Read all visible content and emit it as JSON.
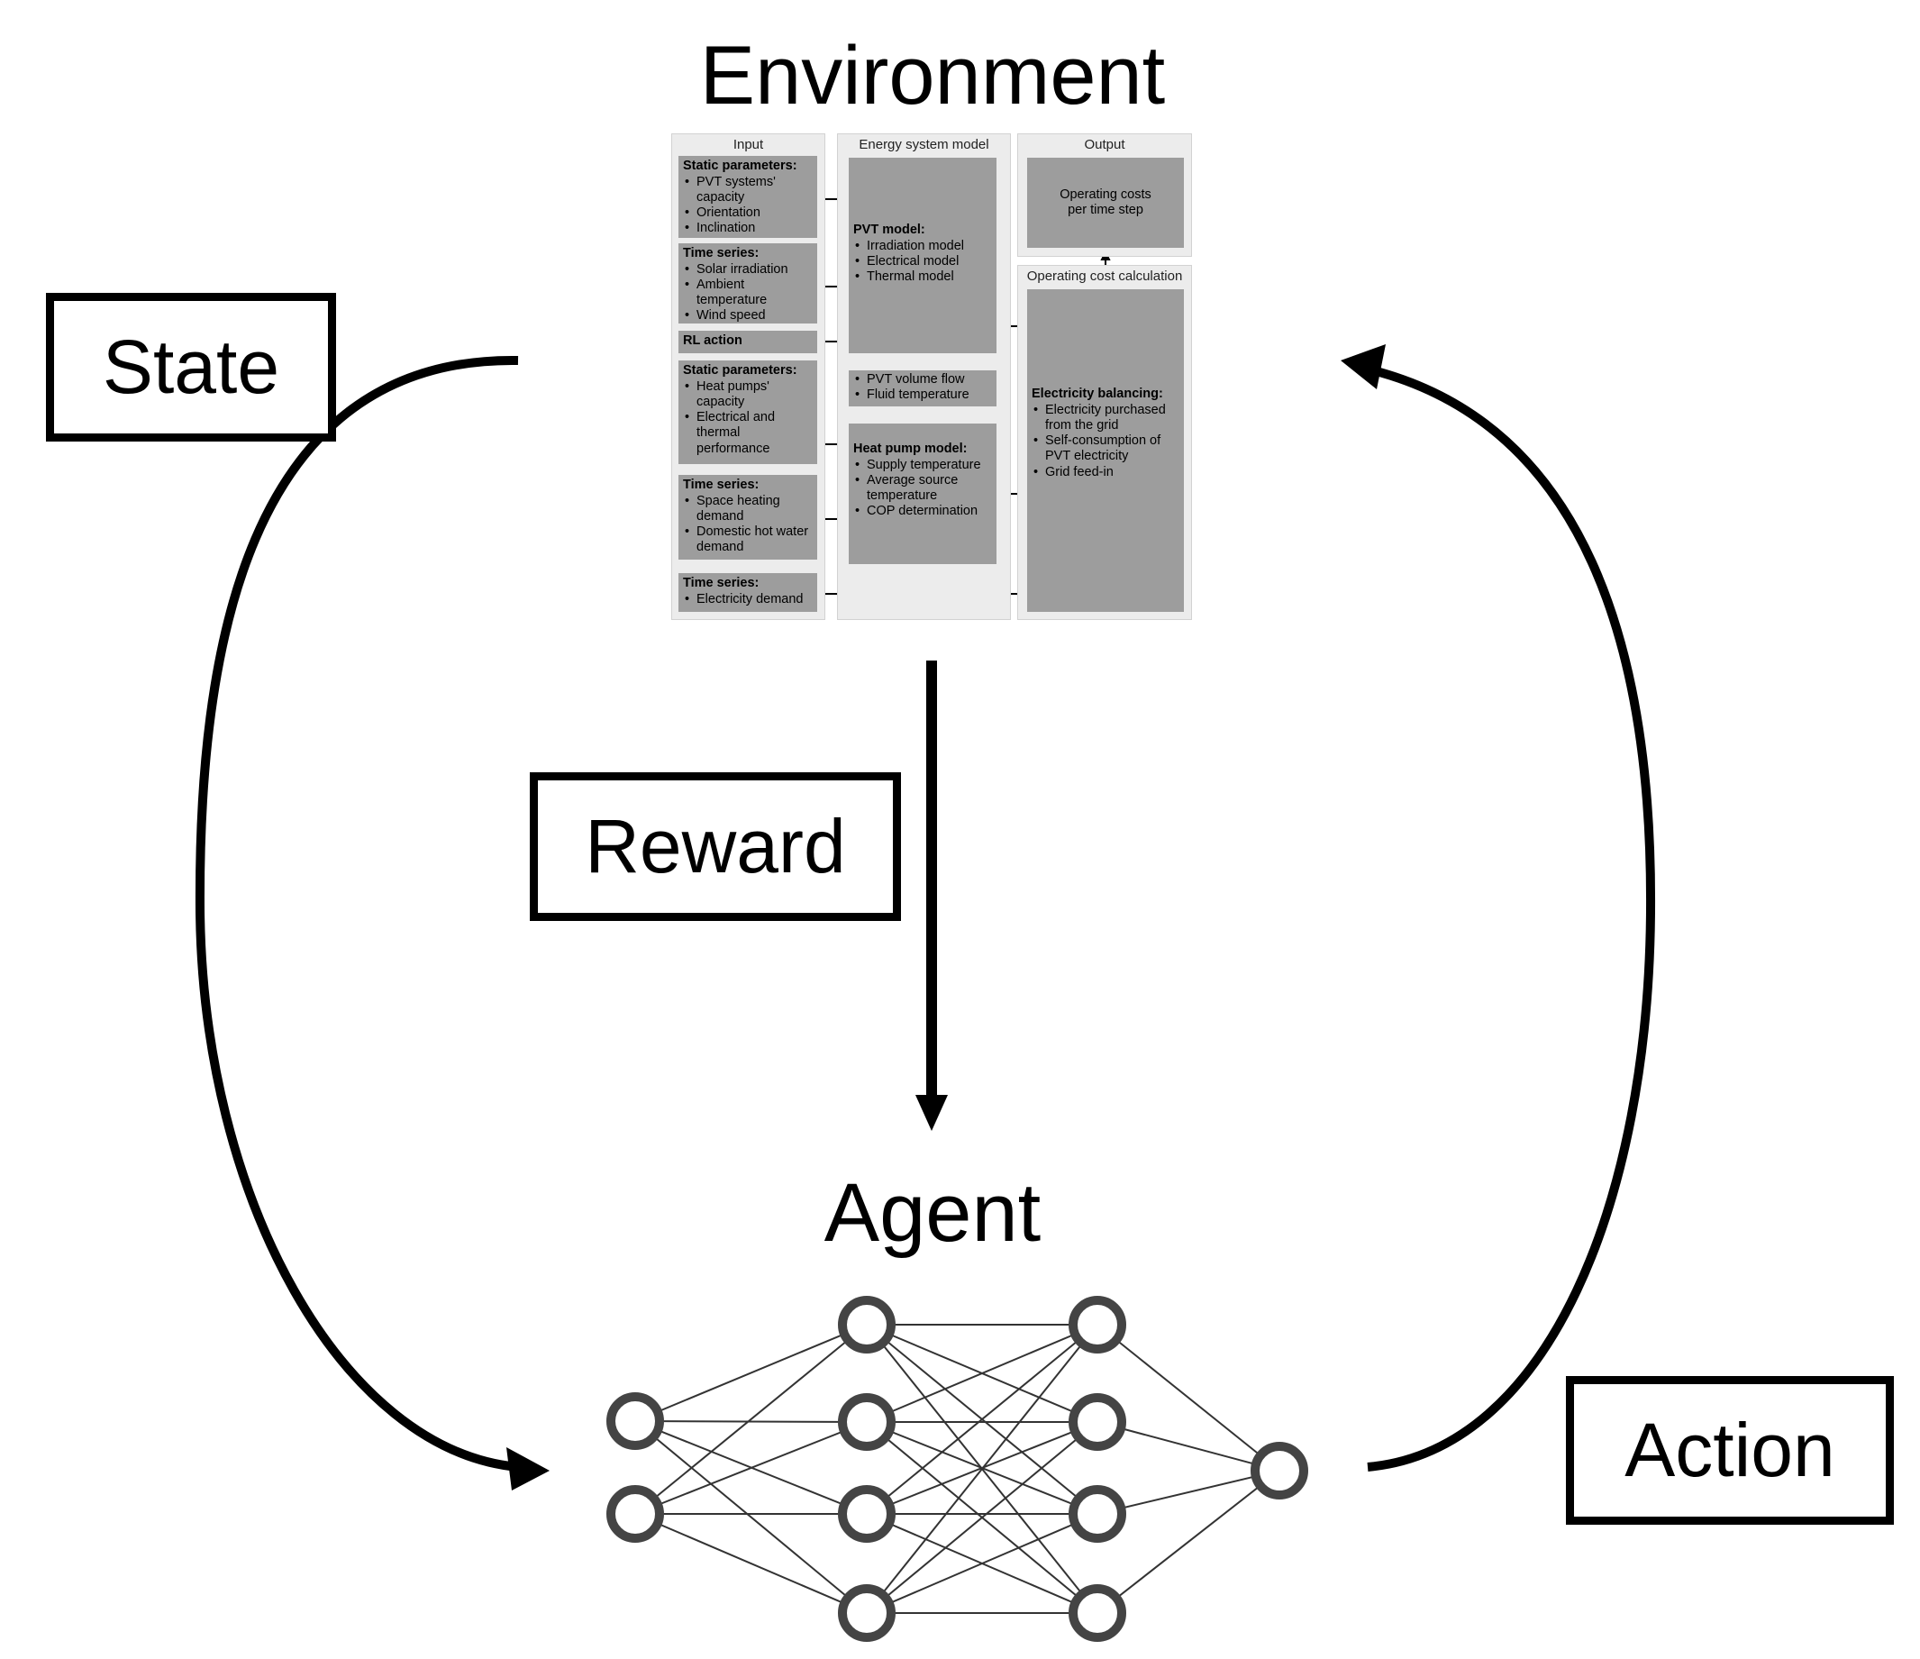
{
  "titles": {
    "environment": "Environment",
    "agent": "Agent"
  },
  "labels": {
    "state": "State",
    "reward": "Reward",
    "action": "Action"
  },
  "environment_model": {
    "columns": {
      "input": "Input",
      "energy_system_model": "Energy system model",
      "output": "Output",
      "operating_cost_calculation": "Operating cost calculation"
    },
    "input_blocks": [
      {
        "heading": "Static parameters:",
        "items": [
          "PVT systems' capacity",
          "Orientation",
          "Inclination"
        ]
      },
      {
        "heading": "Time series:",
        "items": [
          "Solar irradiation",
          "Ambient temperature",
          "Wind speed"
        ]
      },
      {
        "heading": "RL action",
        "items": []
      },
      {
        "heading": "Static parameters:",
        "items": [
          "Heat pumps' capacity",
          "Electrical and thermal performance"
        ]
      },
      {
        "heading": "Time series:",
        "items": [
          "Space heating demand",
          "Domestic hot water demand"
        ]
      },
      {
        "heading": "Time series:",
        "items": [
          "Electricity demand"
        ]
      }
    ],
    "pvt_model": {
      "heading": "PVT model:",
      "items": [
        "Irradiation model",
        "Electrical model",
        "Thermal model"
      ]
    },
    "pvt_outputs": {
      "items": [
        "PVT volume flow",
        "Fluid temperature"
      ]
    },
    "heat_pump_model": {
      "heading": "Heat pump model:",
      "items": [
        "Supply temperature",
        "Average source temperature",
        "COP determination"
      ]
    },
    "output_block": "Operating costs per time step",
    "electricity_balancing": {
      "heading": "Electricity balancing:",
      "items": [
        "Electricity purchased from the grid",
        "Self-consumption of PVT electricity",
        "Grid feed-in"
      ]
    }
  },
  "neural_network": {
    "layers": [
      2,
      4,
      4,
      1
    ]
  }
}
